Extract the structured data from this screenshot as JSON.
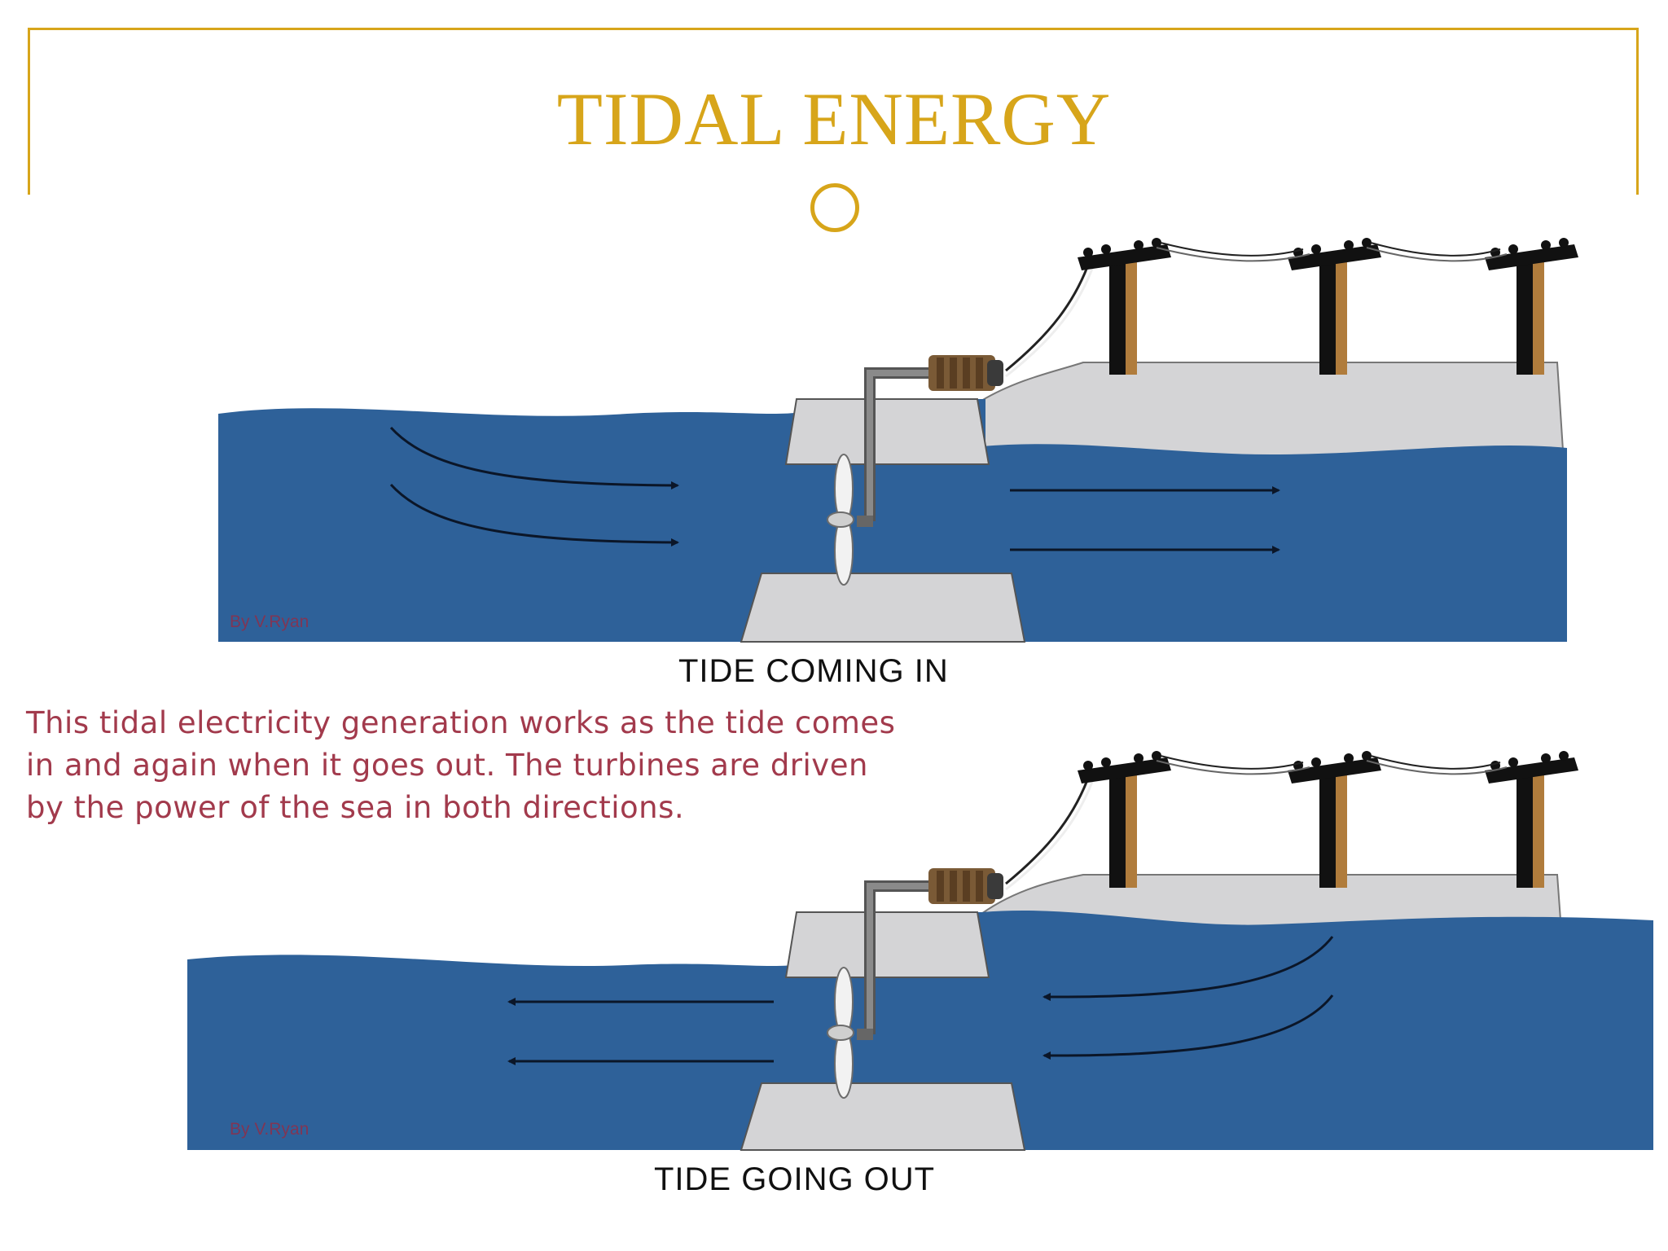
{
  "slide": {
    "title": "TIDAL ENERGY",
    "title_color": "#d7a51a"
  },
  "diagram": {
    "top_panel": {
      "caption": "TIDE COMING IN",
      "credit": "By V.Ryan"
    },
    "bottom_panel": {
      "caption": "TIDE GOING OUT",
      "credit": "By V.Ryan"
    },
    "explanation": "This tidal electricity generation works as the tide comes in and again when it goes out. The turbines are driven by the power of the sea in both directions.",
    "colors": {
      "sea": "#2e6199",
      "concrete": "#d4d4d6",
      "pole_wood": "#b07c3c",
      "generator": "#7a5a36",
      "text_accent": "#a23a4c"
    }
  }
}
